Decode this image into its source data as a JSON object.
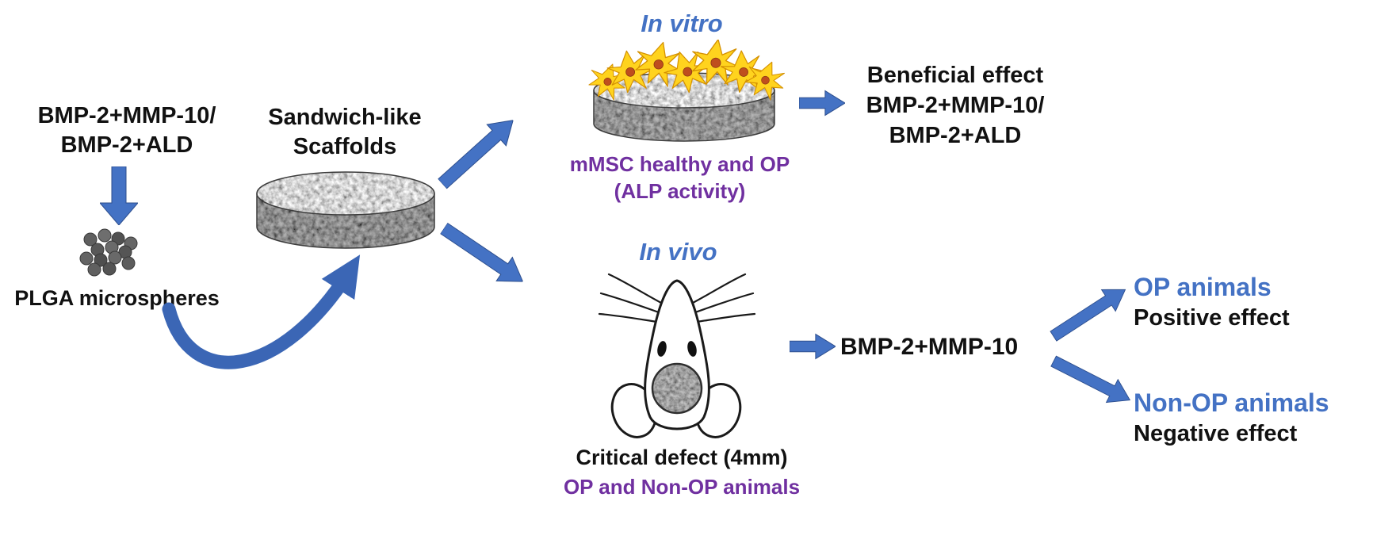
{
  "colors": {
    "arrow_blue": "#4472C4",
    "accent_blue": "#4472C4",
    "caption_purple": "#7030A0",
    "text_black": "#111111",
    "cell_yellow": "#FFD31E",
    "nucleus_orange": "#BF4E1E"
  },
  "left_column": {
    "factors_line1": "BMP-2+MMP-10/",
    "factors_line2": "BMP-2+ALD",
    "microspheres_label": "PLGA microspheres"
  },
  "scaffold": {
    "label_line1": "Sandwich-like",
    "label_line2": "Scaffolds"
  },
  "in_vitro": {
    "title": "In vitro",
    "caption_line1": "mMSC healthy and OP",
    "caption_line2": "(ALP activity)",
    "result_line1": "Beneficial effect",
    "result_line2": "BMP-2+MMP-10/",
    "result_line3": "BMP-2+ALD"
  },
  "in_vivo": {
    "title": "In vivo",
    "caption_line1": "Critical defect (4mm)",
    "caption_line2": "OP and Non-OP animals",
    "treatment": "BMP-2+MMP-10",
    "outcomes": [
      {
        "group": "OP animals",
        "effect": "Positive effect"
      },
      {
        "group": "Non-OP animals",
        "effect": "Negative effect"
      }
    ]
  }
}
